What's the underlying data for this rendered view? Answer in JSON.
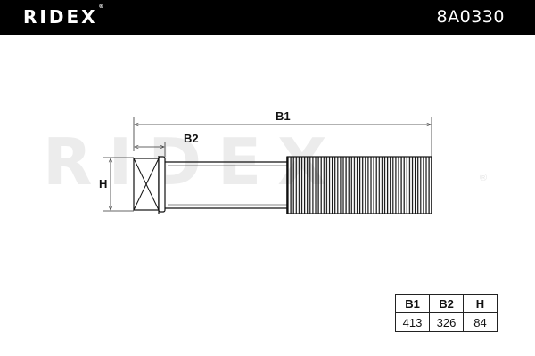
{
  "header": {
    "brand": "RIDEX",
    "brand_mark": "®",
    "part_number": "8A0330",
    "background_color": "#000000",
    "text_color": "#ffffff"
  },
  "watermark": {
    "text": "RIDEX",
    "mark": "®"
  },
  "diagram": {
    "labels": {
      "b1": "B1",
      "b2": "B2",
      "h": "H"
    }
  },
  "dimension_table": {
    "headers": [
      "B1",
      "B2",
      "H"
    ],
    "values": [
      "413",
      "326",
      "84"
    ]
  }
}
